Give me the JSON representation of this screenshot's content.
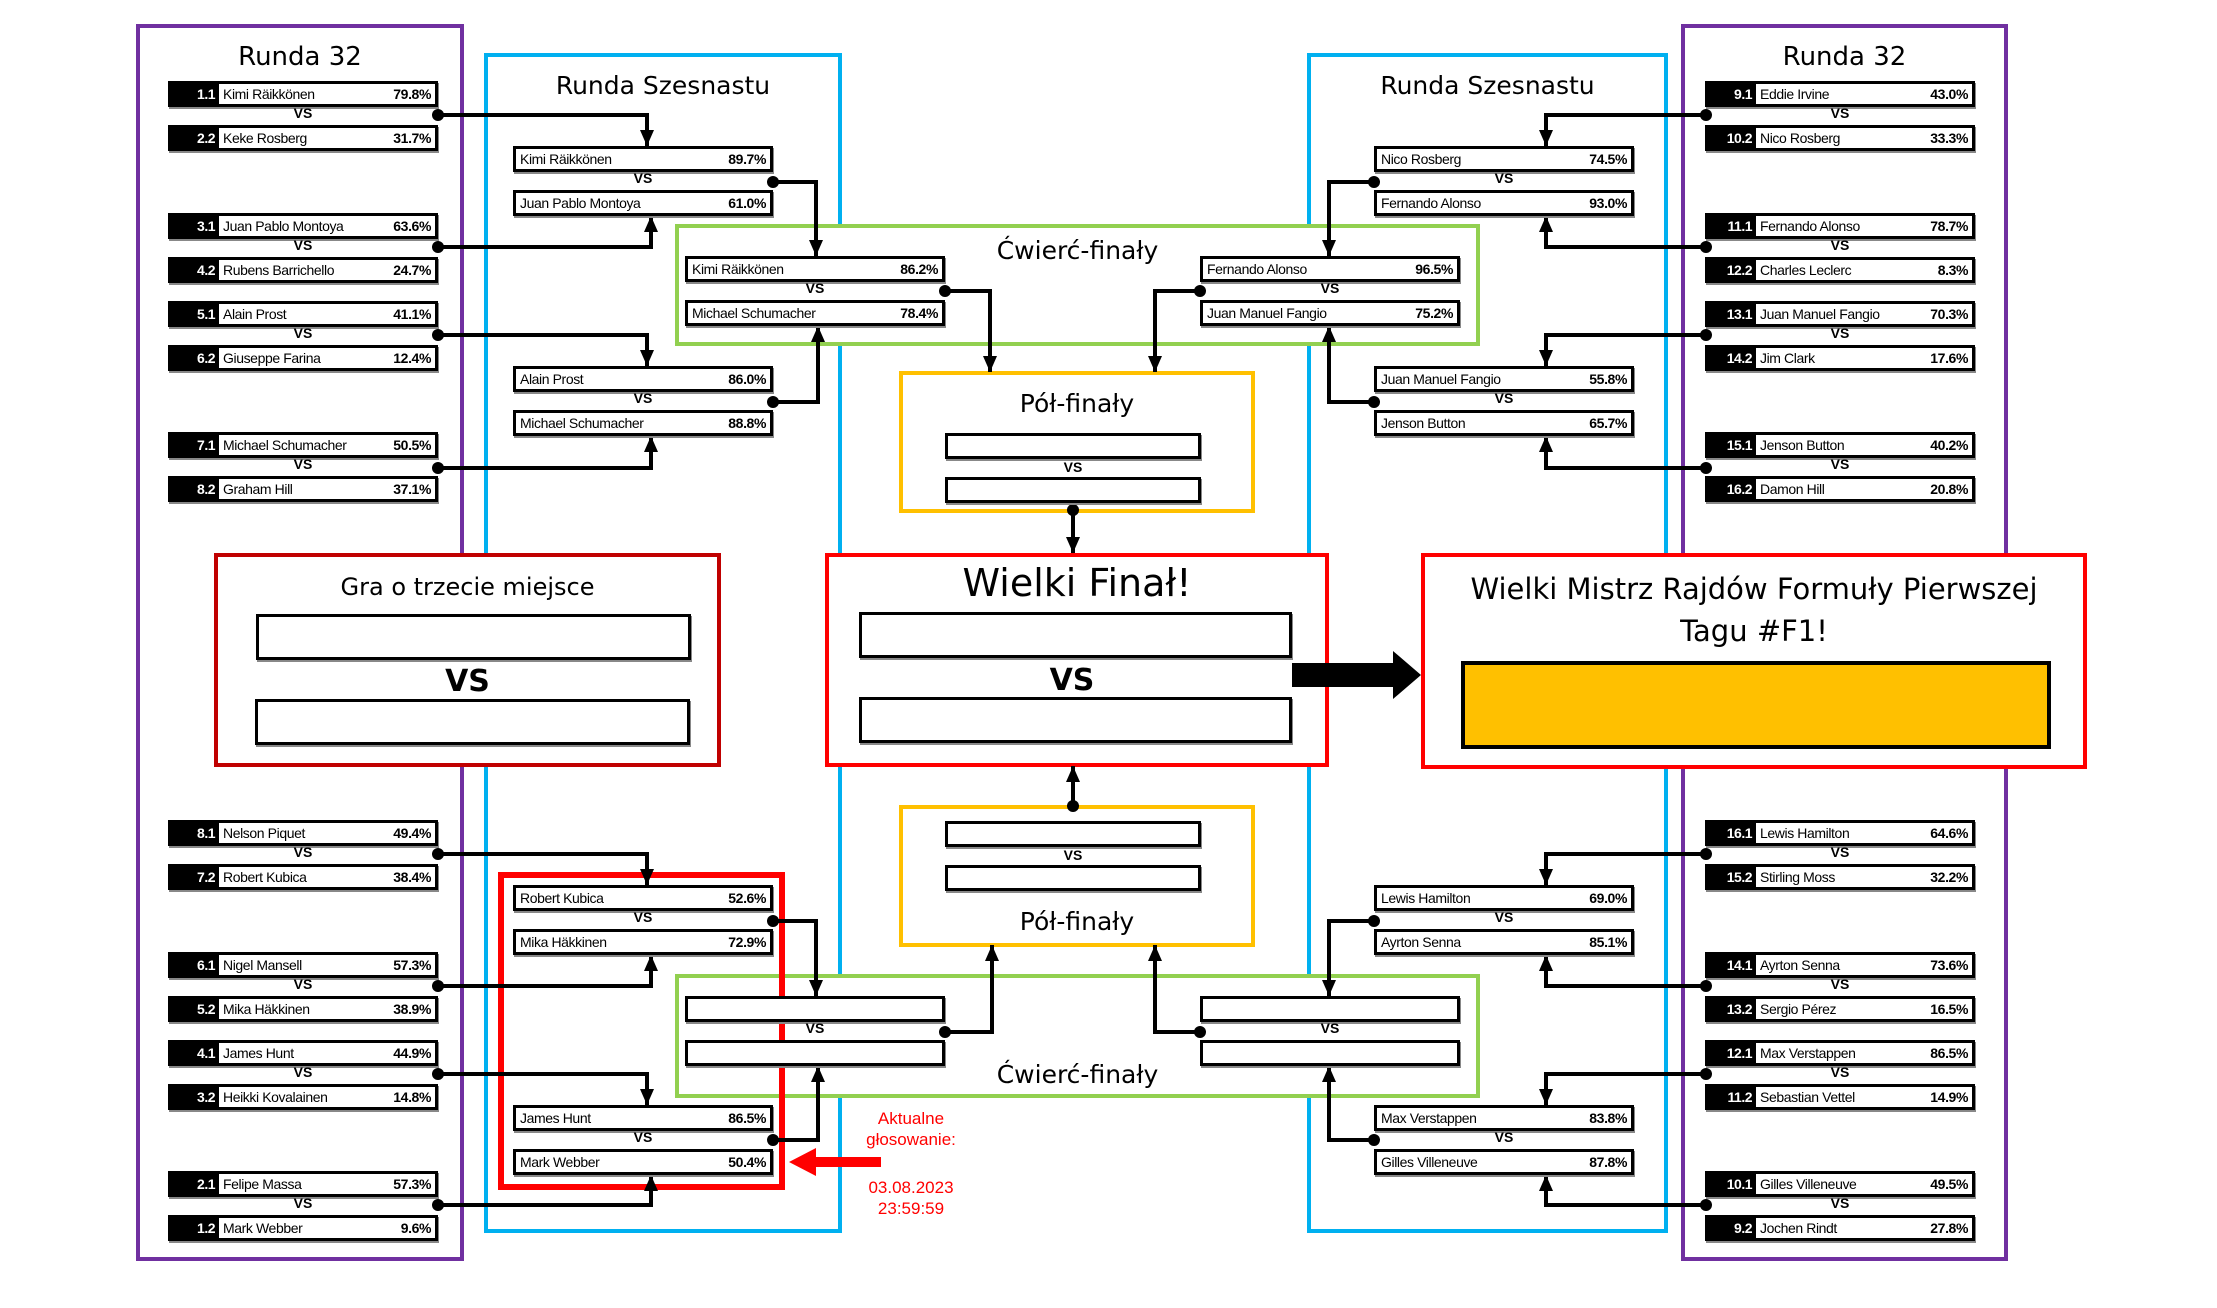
{
  "colors": {
    "round32_border": "#7030A0",
    "round16_border": "#00B0F0",
    "quarterfinal_border": "#92D050",
    "semifinal_border": "#FFC000",
    "final_border": "#FF0000",
    "third_place_border": "#C00000",
    "champion_fill": "#FFC000",
    "current_vote_highlight": "#FF0000"
  },
  "vs_label": "VS",
  "left": {
    "round32": {
      "title": "Runda 32",
      "matches": [
        {
          "a": {
            "seed": "1.1",
            "name": "Kimi Räikkönen",
            "pct": "79.8%"
          },
          "b": {
            "seed": "2.2",
            "name": "Keke Rosberg",
            "pct": "31.7%"
          }
        },
        {
          "a": {
            "seed": "3.1",
            "name": "Juan Pablo Montoya",
            "pct": "63.6%"
          },
          "b": {
            "seed": "4.2",
            "name": "Rubens Barrichello",
            "pct": "24.7%"
          }
        },
        {
          "a": {
            "seed": "5.1",
            "name": "Alain Prost",
            "pct": "41.1%"
          },
          "b": {
            "seed": "6.2",
            "name": "Giuseppe Farina",
            "pct": "12.4%"
          }
        },
        {
          "a": {
            "seed": "7.1",
            "name": "Michael Schumacher",
            "pct": "50.5%"
          },
          "b": {
            "seed": "8.2",
            "name": "Graham Hill",
            "pct": "37.1%"
          }
        },
        {
          "a": {
            "seed": "8.1",
            "name": "Nelson Piquet",
            "pct": "49.4%"
          },
          "b": {
            "seed": "7.2",
            "name": "Robert Kubica",
            "pct": "38.4%"
          }
        },
        {
          "a": {
            "seed": "6.1",
            "name": "Nigel Mansell",
            "pct": "57.3%"
          },
          "b": {
            "seed": "5.2",
            "name": "Mika Häkkinen",
            "pct": "38.9%"
          }
        },
        {
          "a": {
            "seed": "4.1",
            "name": "James Hunt",
            "pct": "44.9%"
          },
          "b": {
            "seed": "3.2",
            "name": "Heikki Kovalainen",
            "pct": "14.8%"
          }
        },
        {
          "a": {
            "seed": "2.1",
            "name": "Felipe Massa",
            "pct": "57.3%"
          },
          "b": {
            "seed": "1.2",
            "name": "Mark Webber",
            "pct": "9.6%"
          }
        }
      ]
    },
    "round16": {
      "title": "Runda Szesnastu",
      "matches": [
        {
          "a": {
            "name": "Kimi Räikkönen",
            "pct": "89.7%"
          },
          "b": {
            "name": "Juan Pablo Montoya",
            "pct": "61.0%"
          }
        },
        {
          "a": {
            "name": "Alain Prost",
            "pct": "86.0%"
          },
          "b": {
            "name": "Michael Schumacher",
            "pct": "88.8%"
          }
        },
        {
          "a": {
            "name": "Robert Kubica",
            "pct": "52.6%"
          },
          "b": {
            "name": "Mika Häkkinen",
            "pct": "72.9%"
          }
        },
        {
          "a": {
            "name": "James Hunt",
            "pct": "86.5%"
          },
          "b": {
            "name": "Mark Webber",
            "pct": "50.4%"
          }
        }
      ]
    },
    "quarterfinals": [
      {
        "a": {
          "name": "Kimi Räikkönen",
          "pct": "86.2%"
        },
        "b": {
          "name": "Michael Schumacher",
          "pct": "78.4%"
        }
      },
      {
        "a": {
          "name": "",
          "pct": ""
        },
        "b": {
          "name": "",
          "pct": ""
        }
      }
    ]
  },
  "right": {
    "round32": {
      "title": "Runda 32",
      "matches": [
        {
          "a": {
            "seed": "9.1",
            "name": "Eddie Irvine",
            "pct": "43.0%"
          },
          "b": {
            "seed": "10.2",
            "name": "Nico Rosberg",
            "pct": "33.3%"
          }
        },
        {
          "a": {
            "seed": "11.1",
            "name": "Fernando Alonso",
            "pct": "78.7%"
          },
          "b": {
            "seed": "12.2",
            "name": "Charles Leclerc",
            "pct": "8.3%"
          }
        },
        {
          "a": {
            "seed": "13.1",
            "name": "Juan Manuel Fangio",
            "pct": "70.3%"
          },
          "b": {
            "seed": "14.2",
            "name": "Jim Clark",
            "pct": "17.6%"
          }
        },
        {
          "a": {
            "seed": "15.1",
            "name": "Jenson Button",
            "pct": "40.2%"
          },
          "b": {
            "seed": "16.2",
            "name": "Damon Hill",
            "pct": "20.8%"
          }
        },
        {
          "a": {
            "seed": "16.1",
            "name": "Lewis Hamilton",
            "pct": "64.6%"
          },
          "b": {
            "seed": "15.2",
            "name": "Stirling Moss",
            "pct": "32.2%"
          }
        },
        {
          "a": {
            "seed": "14.1",
            "name": "Ayrton Senna",
            "pct": "73.6%"
          },
          "b": {
            "seed": "13.2",
            "name": "Sergio Pérez",
            "pct": "16.5%"
          }
        },
        {
          "a": {
            "seed": "12.1",
            "name": "Max Verstappen",
            "pct": "86.5%"
          },
          "b": {
            "seed": "11.2",
            "name": "Sebastian Vettel",
            "pct": "14.9%"
          }
        },
        {
          "a": {
            "seed": "10.1",
            "name": "Gilles Villeneuve",
            "pct": "49.5%"
          },
          "b": {
            "seed": "9.2",
            "name": "Jochen Rindt",
            "pct": "27.8%"
          }
        }
      ]
    },
    "round16": {
      "title": "Runda Szesnastu",
      "matches": [
        {
          "a": {
            "name": "Nico Rosberg",
            "pct": "74.5%"
          },
          "b": {
            "name": "Fernando Alonso",
            "pct": "93.0%"
          }
        },
        {
          "a": {
            "name": "Juan Manuel Fangio",
            "pct": "55.8%"
          },
          "b": {
            "name": "Jenson Button",
            "pct": "65.7%"
          }
        },
        {
          "a": {
            "name": "Lewis Hamilton",
            "pct": "69.0%"
          },
          "b": {
            "name": "Ayrton Senna",
            "pct": "85.1%"
          }
        },
        {
          "a": {
            "name": "Max Verstappen",
            "pct": "83.8%"
          },
          "b": {
            "name": "Gilles Villeneuve",
            "pct": "87.8%"
          }
        }
      ]
    },
    "quarterfinals": [
      {
        "a": {
          "name": "Fernando Alonso",
          "pct": "96.5%"
        },
        "b": {
          "name": "Juan Manuel Fangio",
          "pct": "75.2%"
        }
      },
      {
        "a": {
          "name": "",
          "pct": ""
        },
        "b": {
          "name": "",
          "pct": ""
        }
      }
    ]
  },
  "quarterfinals_title": "Ćwierć-finały",
  "semifinals_title": "Pół-finały",
  "semifinals": [
    {
      "a": "",
      "b": ""
    },
    {
      "a": "",
      "b": ""
    }
  ],
  "third_place": {
    "title": "Gra o trzecie miejsce",
    "a": "",
    "b": ""
  },
  "final": {
    "title": "Wielki Finał!",
    "a": "",
    "b": ""
  },
  "champion": {
    "title_line1": "Wielki Mistrz Rajdów Formuły Pierwszej",
    "title_line2": "Tagu #F1!",
    "name": ""
  },
  "current_vote": {
    "label_line1": "Aktualne",
    "label_line2": "głosowanie:",
    "date": "03.08.2023",
    "time": "23:59:59"
  }
}
